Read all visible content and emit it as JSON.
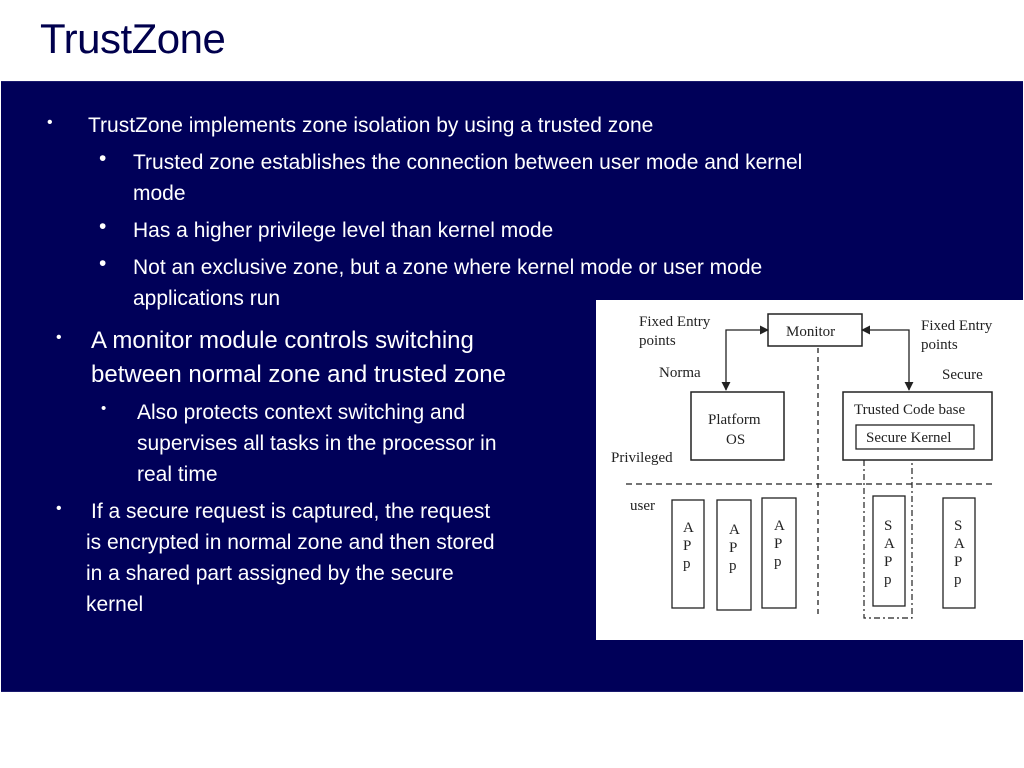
{
  "slide": {
    "title": "TrustZone",
    "bullets": {
      "b1": "TrustZone implements zone isolation by using a trusted zone",
      "b1_sub1_line1": "Trusted zone establishes the connection between user mode and kernel",
      "b1_sub1_line2": "mode",
      "b1_sub2": "Has a higher privilege level than kernel mode",
      "b1_sub3_line1": "Not an exclusive zone, but a zone where kernel mode or user mode",
      "b1_sub3_line2": "applications run",
      "b2_line1": "A monitor module controls switching",
      "b2_line2": "between normal zone and trusted zone",
      "b2_sub1_line1": "Also protects context switching and",
      "b2_sub1_line2": "supervises all tasks in the processor in",
      "b2_sub1_line3": "real time",
      "b3_line1": "If a secure request is captured, the request",
      "b3_line2": "is encrypted in normal zone and then stored",
      "b3_line3": "in a shared part assigned by the secure",
      "b3_line4": "kernel"
    }
  },
  "diagram": {
    "fixed_entry_left_1": "Fixed Entry",
    "fixed_entry_left_2": "points",
    "monitor": "Monitor",
    "fixed_entry_right_1": "Fixed Entry",
    "fixed_entry_right_2": "points",
    "normal": "Norma",
    "secure": "Secure",
    "platform_1": "Platform",
    "platform_2": "OS",
    "trusted_code_base": "Trusted Code base",
    "secure_kernel": "Secure Kernel",
    "privileged": "Privileged",
    "user": "user",
    "app_chars": [
      "A",
      "P",
      "p"
    ],
    "sapp_chars": [
      "S",
      "A",
      "P",
      "p"
    ]
  },
  "colors": {
    "panel": "#000059",
    "title": "#00004d",
    "text": "#ffffff"
  }
}
